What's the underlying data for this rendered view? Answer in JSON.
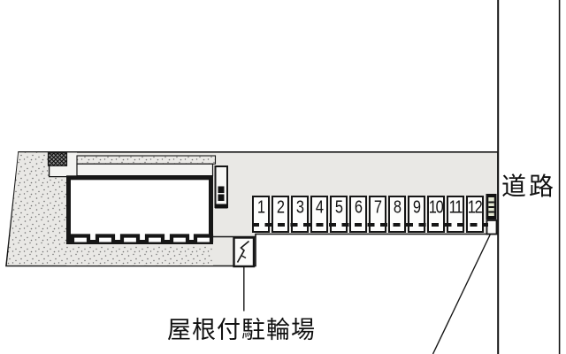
{
  "site_plan": {
    "road_label": "道路",
    "bicycle_parking_label": "屋根付駐輪場",
    "parking_spaces": [
      "1",
      "2",
      "3",
      "4",
      "5",
      "6",
      "7",
      "8",
      "9",
      "10",
      "11",
      "12"
    ],
    "symbols": {
      "bicycle_parking_symbol": "boxed-zigzag-symbol",
      "entrance_hatch": "crosshatch-block",
      "stairs": "stair-block"
    },
    "colors": {
      "site_fill": "#e9e8e5",
      "line": "#161616",
      "meter_inner": "#e4e8d2"
    }
  }
}
